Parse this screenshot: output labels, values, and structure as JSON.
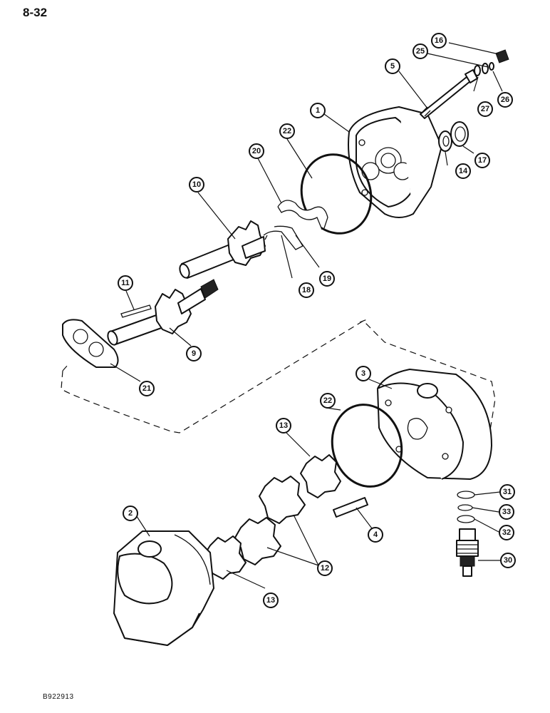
{
  "page": {
    "number": "8-32",
    "figure_id": "B922913"
  },
  "callouts": {
    "c1": "1",
    "c2": "2",
    "c3": "3",
    "c4": "4",
    "c5": "5",
    "c9": "9",
    "c10": "10",
    "c11": "11",
    "c12": "12",
    "c13a": "13",
    "c13b": "13",
    "c14": "14",
    "c16": "16",
    "c17": "17",
    "c18": "18",
    "c19": "19",
    "c20": "20",
    "c21": "21",
    "c22a": "22",
    "c22b": "22",
    "c25": "25",
    "c26": "26",
    "c27": "27",
    "c30": "30",
    "c31": "31",
    "c32": "32",
    "c33": "33"
  }
}
